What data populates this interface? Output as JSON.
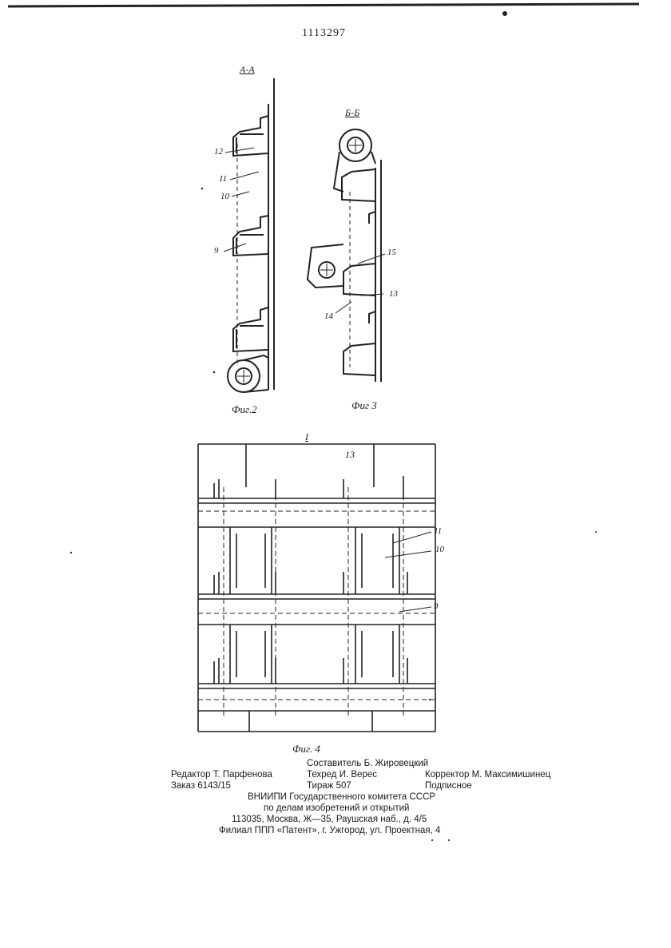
{
  "document": {
    "patent_number": "1113297"
  },
  "figures": {
    "fig2": {
      "section": "А-А",
      "caption": "Фиг.2",
      "callouts": [
        "12",
        "11",
        "10",
        "9"
      ]
    },
    "fig3": {
      "section": "Б-Б",
      "caption": "Фиг 3",
      "callouts": [
        "15",
        "13",
        "14"
      ]
    },
    "fig4": {
      "view_label": "I",
      "caption": "Фиг. 4",
      "callouts": [
        "13",
        "11",
        "10",
        "9"
      ]
    }
  },
  "imprint": {
    "compiler": "Составитель Б. Жировецкий",
    "editor": "Редактор Т. Парфенова",
    "techred": "Техред И. Верес",
    "corrector": "Корректор М. Максимишинец",
    "order": "Заказ 6143/15",
    "circulation": "Тираж 507",
    "subscription": "Подписное",
    "org_line1": "ВНИИПИ Государственного комитета СССР",
    "org_line2": "по делам изобретений и открытий",
    "address": "113035, Москва, Ж—35, Раушская наб., д. 4/5",
    "branch": "Филиал ППП «Патент», г. Ужгород, ул. Проектная, 4"
  }
}
